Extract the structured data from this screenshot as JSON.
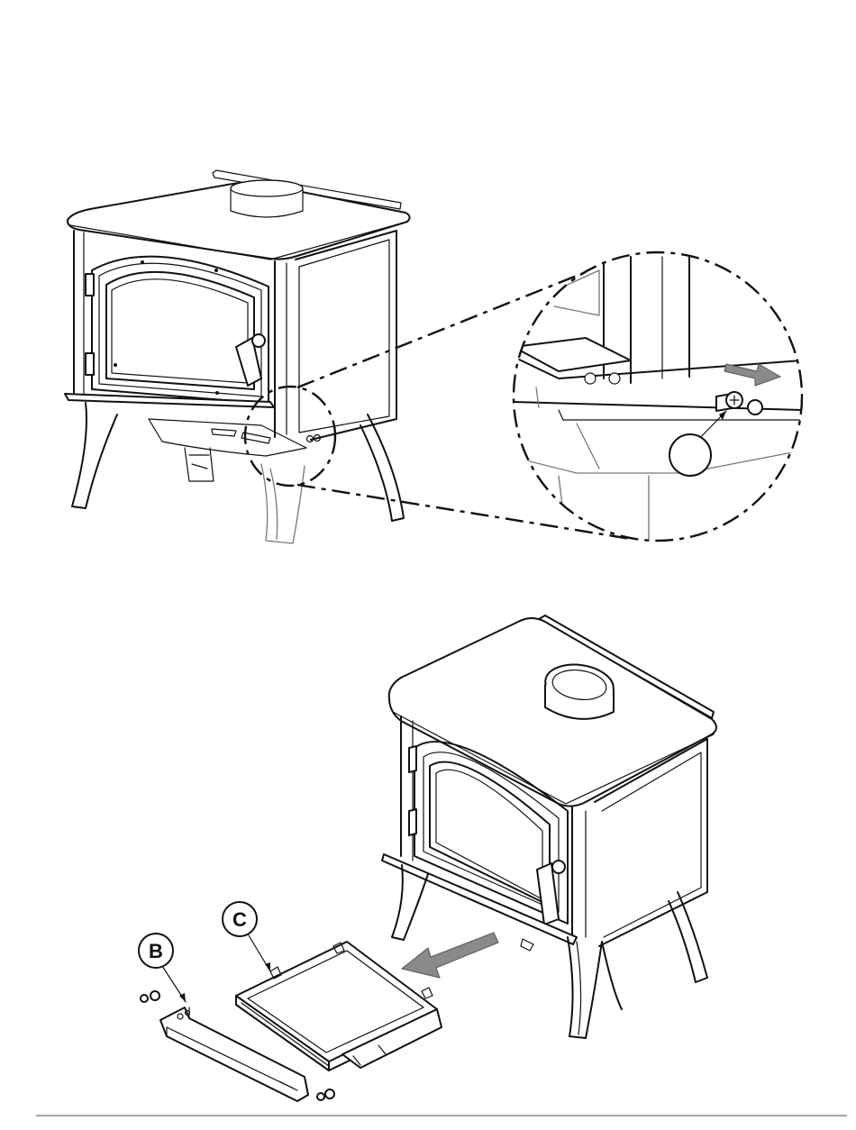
{
  "figure": {
    "callouts": [
      {
        "id": "B",
        "text": "B"
      },
      {
        "id": "C",
        "text": "C"
      },
      {
        "id": "detail",
        "text": ""
      }
    ]
  },
  "colors": {
    "line": "#111111",
    "arrow": "#8a8a8a",
    "background": "#ffffff"
  },
  "icons": {
    "arrow_detail": "arrow-right-icon",
    "arrow_drawer": "arrow-left-down-icon"
  }
}
